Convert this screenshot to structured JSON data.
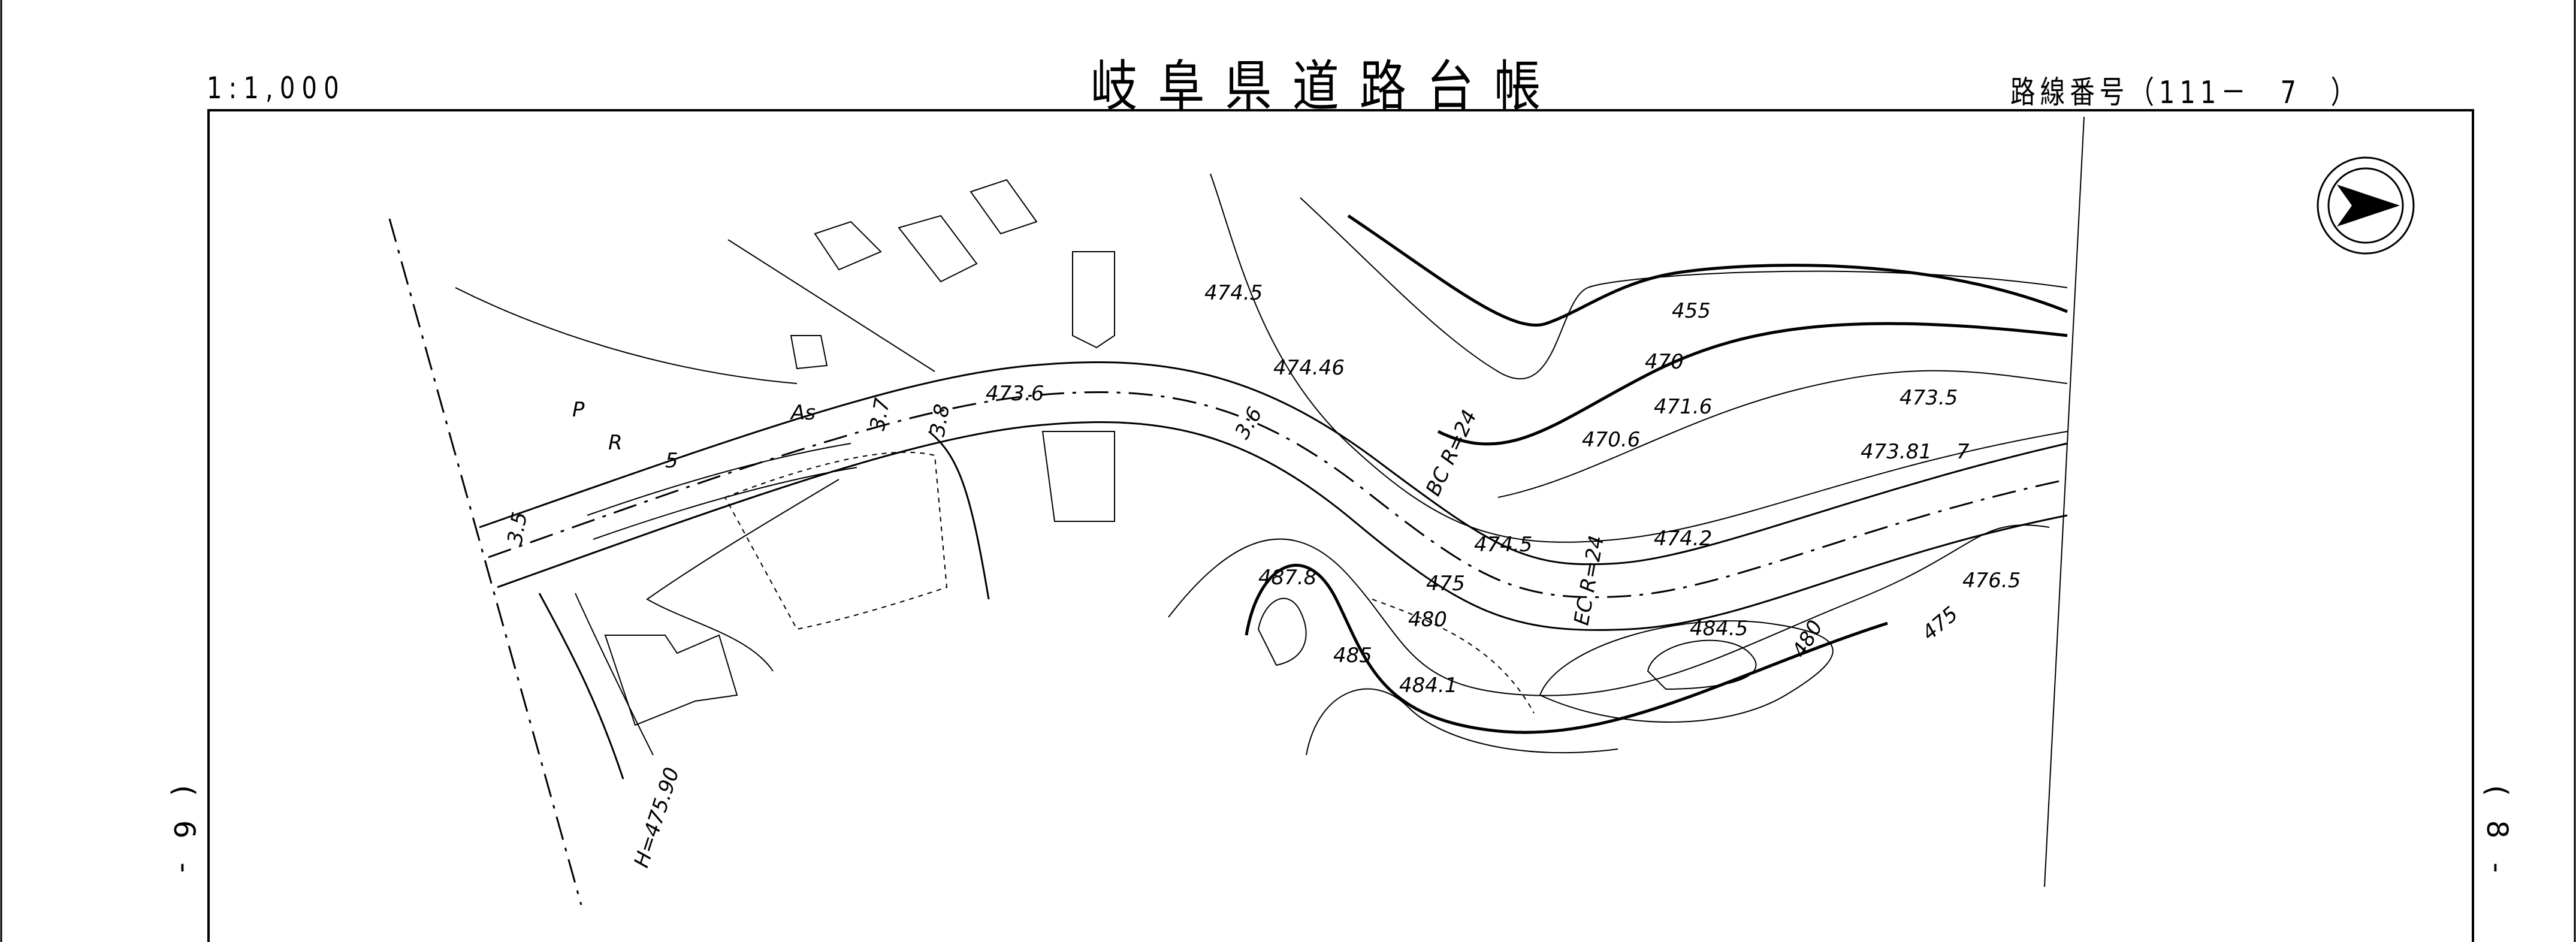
{
  "header": {
    "scale": "1:1,000",
    "title": "岐阜県道路台帳",
    "route_number": "路線番号（111－　7　）"
  },
  "sheet_refs": {
    "left": "(6-",
    "right": "(8-"
  },
  "map": {
    "compass": "north-arrow-icon",
    "labels": {
      "elev_4736": "473.6",
      "elev_47446": "474.46",
      "width_38": "3.8",
      "width_37": "3.7",
      "width_36": "3.6",
      "width_35": "3.5",
      "width_5": "5",
      "pave_as": "As",
      "mark_p": "P",
      "mark_r": "R",
      "curve_bc": "BC R=24",
      "curve_ec": "EC R=24",
      "elev_4706": "470.6",
      "elev_4745a": "474.5",
      "elev_4745b": "474.5",
      "contour_475a": "475",
      "contour_480a": "480",
      "contour_485": "485",
      "elev_4841": "484.1",
      "elev_4878": "487.8",
      "elev_4845": "484.5",
      "contour_480b": "480",
      "elev_4742": "474.2",
      "elev_4765": "476.5",
      "contour_475b": "475",
      "contour_455": "455",
      "contour_470": "470",
      "elev_4716": "471.6",
      "elev_4735": "473.5",
      "elev_47381": "473.81",
      "station_7": "7",
      "height_mark": "H=475.90"
    }
  }
}
